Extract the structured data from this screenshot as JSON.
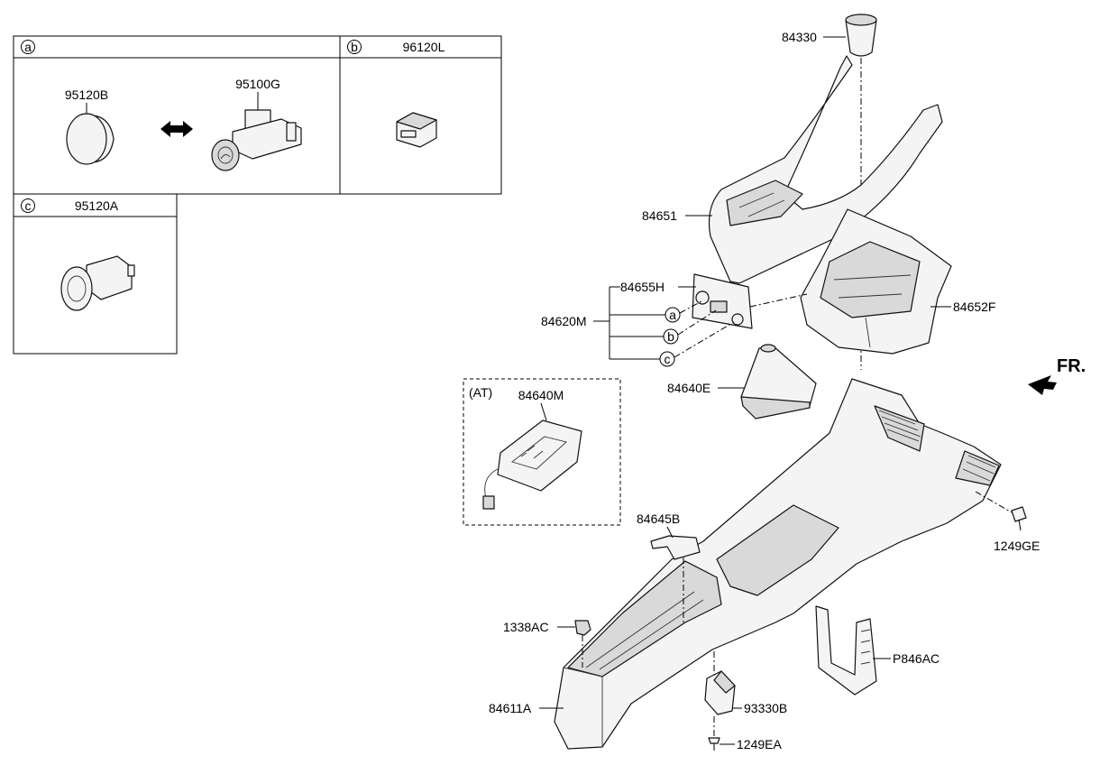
{
  "inset_boxes": {
    "a": {
      "letter": "a",
      "parts": [
        "95120B",
        "95100G"
      ]
    },
    "b": {
      "letter": "b",
      "part": "96120L"
    },
    "c": {
      "letter": "c",
      "part": "95120A"
    }
  },
  "callout_letters": [
    "a",
    "b",
    "c"
  ],
  "at_box": {
    "tag": "(AT)",
    "part": "84640M"
  },
  "labels": {
    "p84330": "84330",
    "p84651": "84651",
    "p84655H": "84655H",
    "p84620M": "84620M",
    "p84652F": "84652F",
    "p84640E": "84640E",
    "p84645B": "84645B",
    "p1249GE": "1249GE",
    "p1338AC": "1338AC",
    "pP846AC": "P846AC",
    "p93330B": "93330B",
    "p84611A": "84611A",
    "p1249EA": "1249EA"
  },
  "direction_label": "FR.",
  "icons": [
    "double-arrow-icon",
    "forward-arrow-icon"
  ]
}
